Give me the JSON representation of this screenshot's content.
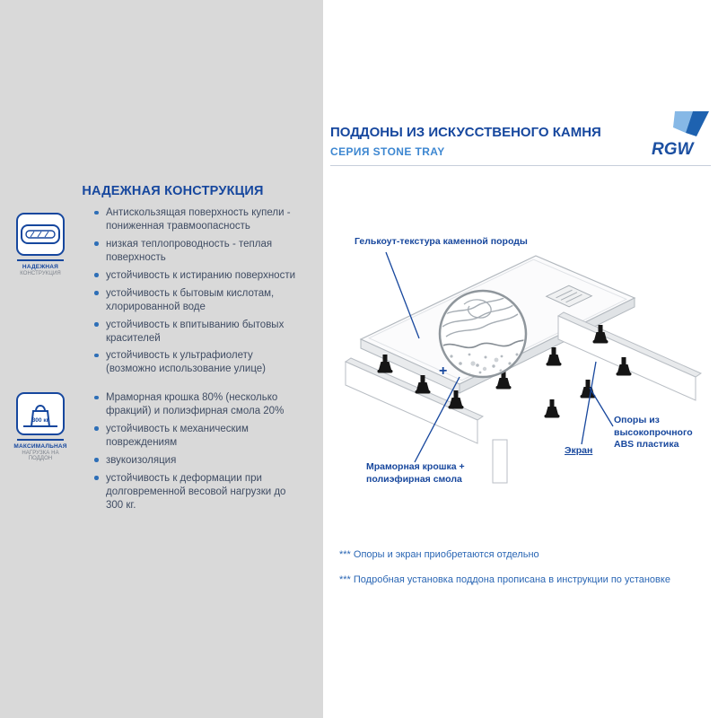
{
  "brand": {
    "name": "RGW"
  },
  "header": {
    "title": "ПОДДОНЫ ИЗ ИСКУССТВЕНОГО КАМНЯ",
    "subtitle": "СЕРИЯ STONE TRAY"
  },
  "sidebar": {
    "heading": "НАДЕЖНАЯ КОНСТРУКЦИЯ",
    "badges": [
      {
        "title": "НАДЕЖНАЯ",
        "subtitle": "КОНСТРУКЦИЯ"
      },
      {
        "title": "МАКСИМАЛЬНАЯ",
        "subtitle": "НАГРУЗКА НА ПОДДОН",
        "weight": "300 кг"
      }
    ],
    "features_construction": [
      "Антискользящая поверхность купели - пониженная травмоопасность",
      "низкая теплопроводность - теплая поверхность",
      "устойчивость к истиранию поверхности",
      "устойчивость к бытовым кислотам, хлорированной воде",
      "устойчивость к впитыванию бытовых красителей",
      "устойчивость к ультрафиолету (возможно использование улице)"
    ],
    "features_material": [
      "Мраморная крошка 80% (несколько фракций) и полиэфирная смола 20%",
      "устойчивость к механическим повреждениям",
      "звукоизоляция",
      "устойчивость к деформации при долговременной весовой нагрузки до 300 кг."
    ]
  },
  "diagram": {
    "labels": {
      "gelcoat": "Гелькоут-текстура каменной породы",
      "supports": "Опоры из высокопрочного ABS пластика",
      "screen": "Экран",
      "marble_line1": "Мраморная крошка +",
      "marble_line2": "полиэфирная смола",
      "plus": "+"
    }
  },
  "footnotes": [
    "*** Опоры и экран приобретаются отдельно",
    "*** Подробная установка поддона прописана в инструкции по установке"
  ],
  "colors": {
    "accent_dark_blue": "#17479d",
    "accent_blue": "#3d87d1",
    "text": "#3f4c63",
    "sidebar_bg": "#d9d9d9"
  }
}
